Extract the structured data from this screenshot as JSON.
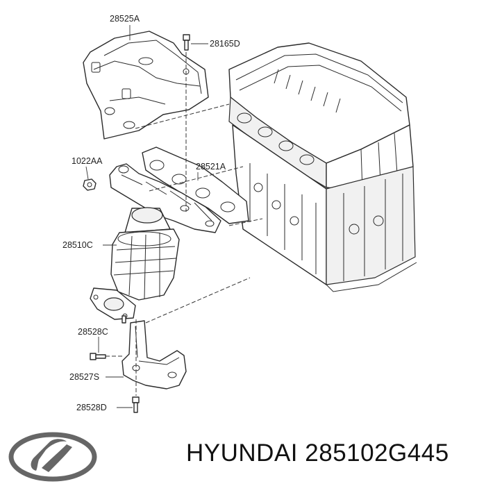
{
  "parts": {
    "heat_shield": "28525A",
    "bolt_top": "28165D",
    "nut": "1022AA",
    "gasket": "28521A",
    "manifold": "28510C",
    "bolt_mid": "28528C",
    "bracket": "28527S",
    "bolt_bottom": "28528D"
  },
  "caption": {
    "brand": "HYUNDAI",
    "part_number": "285102G445"
  },
  "logo": {
    "name": "hyundai-logo-icon",
    "color": "#666666"
  }
}
